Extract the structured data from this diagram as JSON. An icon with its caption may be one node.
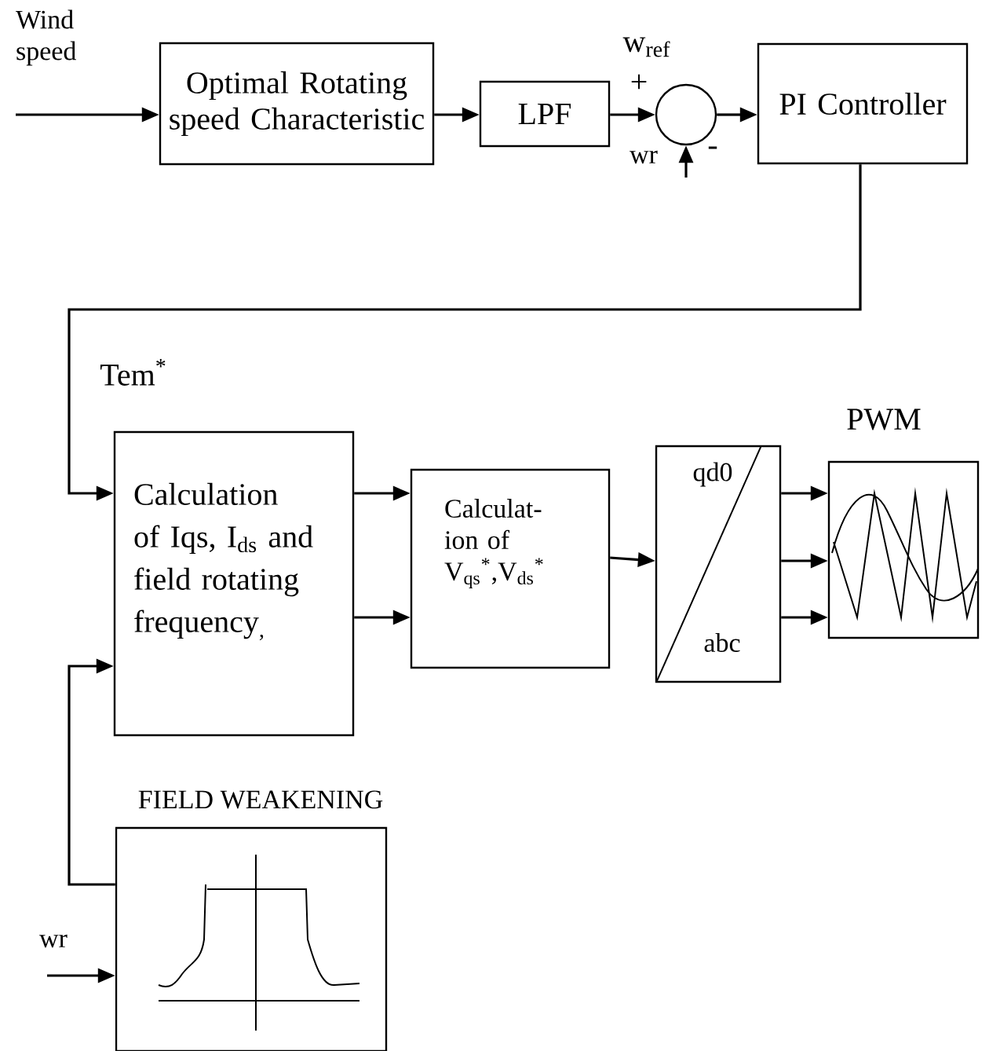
{
  "diagram": {
    "nodes": [
      {
        "text": [
          "Optimal Rotating speed Characteristic"
        ]
      },
      {
        "text": [
          "LPF"
        ]
      },
      {
        "text": [],
        "shape": "circle"
      },
      {
        "text": [
          "PI Controller"
        ]
      },
      {
        "text": [
          "Calculation of Iqs, I$_{ds}$ and field rotating frequency$_{,}$"
        ]
      },
      {
        "text": [
          "Calculat- ion of V$_{qs}$$^{*}$,V$_{ds}$$^{*}$"
        ]
      },
      {
        "text": [
          "qd0",
          "abc"
        ]
      },
      {
        "text": [
          "PWM"
        ]
      },
      {
        "text": [
          "FIELD WEAKENING"
        ]
      }
    ],
    "edges": [
      {
        "from": null,
        "to": 0,
        "arrow": "to",
        "label": "Wind speed"
      },
      {
        "from": 0,
        "to": 1,
        "arrow": "to"
      },
      {
        "from": 1,
        "to": 2,
        "arrow": "to",
        "label": "w$_{ref}$"
      },
      {
        "from": null,
        "to": 2,
        "arrow": "to",
        "label": "wr"
      },
      {
        "from": 2,
        "to": 3,
        "arrow": "to"
      },
      {
        "from": 3,
        "to": 4,
        "arrow": "to",
        "label": "Tem$^{*}$"
      },
      {
        "from": 4,
        "to": 5,
        "arrow": "to"
      },
      {
        "from": 4,
        "to": 5,
        "arrow": "to"
      },
      {
        "from": 5,
        "to": 6,
        "arrow": "to"
      },
      {
        "from": 6,
        "to": 7,
        "arrow": "to"
      },
      {
        "from": 6,
        "to": 7,
        "arrow": "to"
      },
      {
        "from": 6,
        "to": 7,
        "arrow": "to"
      },
      {
        "from": 8,
        "to": 4,
        "arrow": "to"
      },
      {
        "from": null,
        "to": 8,
        "arrow": "to",
        "label": "wr"
      }
    ],
    "labels": [
      "+",
      "-"
    ]
  }
}
